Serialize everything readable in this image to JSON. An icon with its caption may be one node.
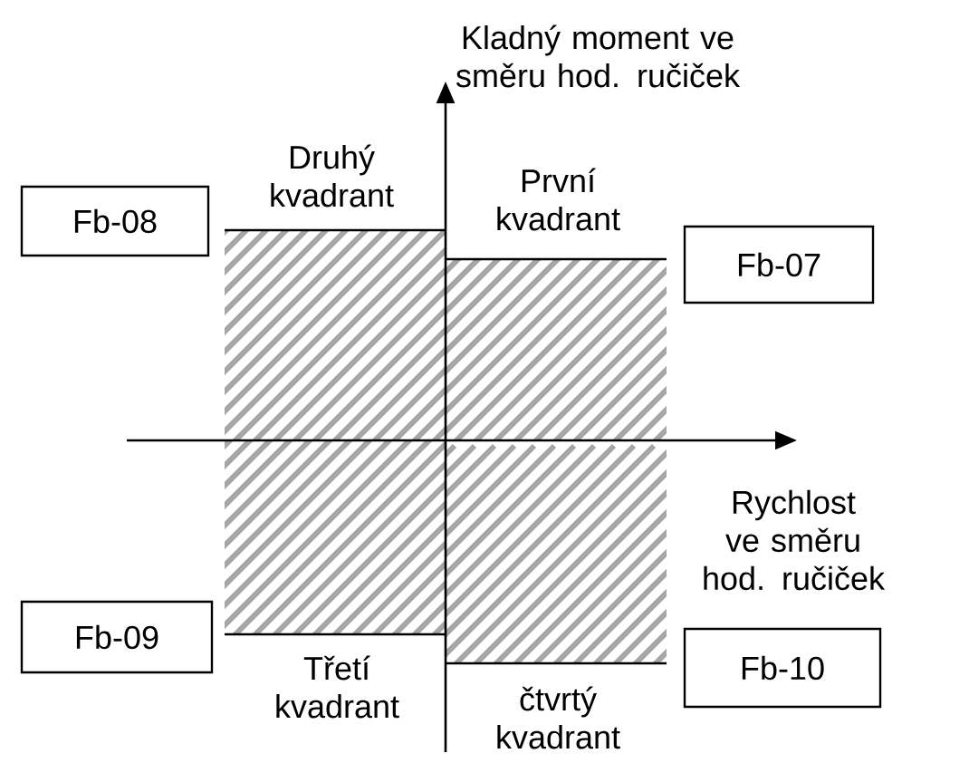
{
  "diagram": {
    "nodes": [
      {
        "text": [
          "Fb-08"
        ]
      },
      {
        "text": [
          "Fb-07"
        ]
      },
      {
        "text": [
          "Fb-09"
        ]
      },
      {
        "text": [
          "Fb-10"
        ]
      }
    ],
    "labels": [
      "Kladný moment ve směru hod. ručiček",
      "Druhý kvadrant",
      "První kvadrant",
      "Rychlost ve směru hod. ručiček",
      "Třetí kvadrant",
      "čtvrtý kvadrant"
    ]
  }
}
